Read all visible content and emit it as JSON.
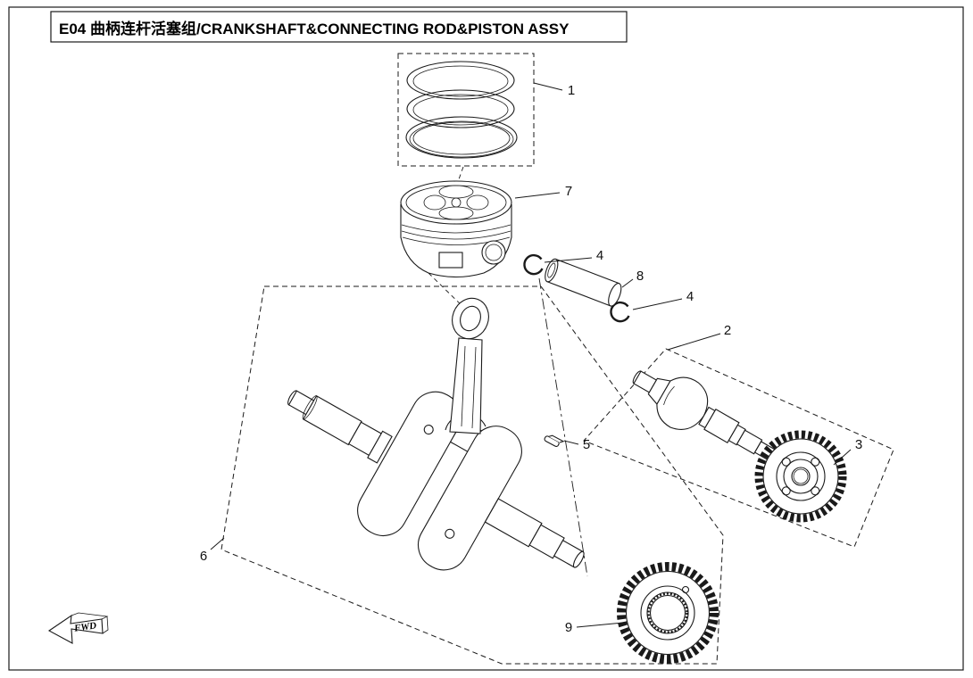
{
  "page": {
    "title": "E04 曲柄连杆活塞组/CRANKSHAFT&CONNECTING ROD&PISTON ASSY"
  },
  "direction": {
    "label": "FWD"
  },
  "callouts": {
    "rings": "1",
    "balance_assy": "2",
    "balance_gear": "3",
    "circlip_a": "4",
    "circlip_b": "4",
    "key": "5",
    "crankshaft": "6",
    "piston": "7",
    "piston_pin": "8",
    "crank_gear": "9"
  },
  "colors": {
    "line": "#1a1a1a",
    "background": "#ffffff"
  }
}
